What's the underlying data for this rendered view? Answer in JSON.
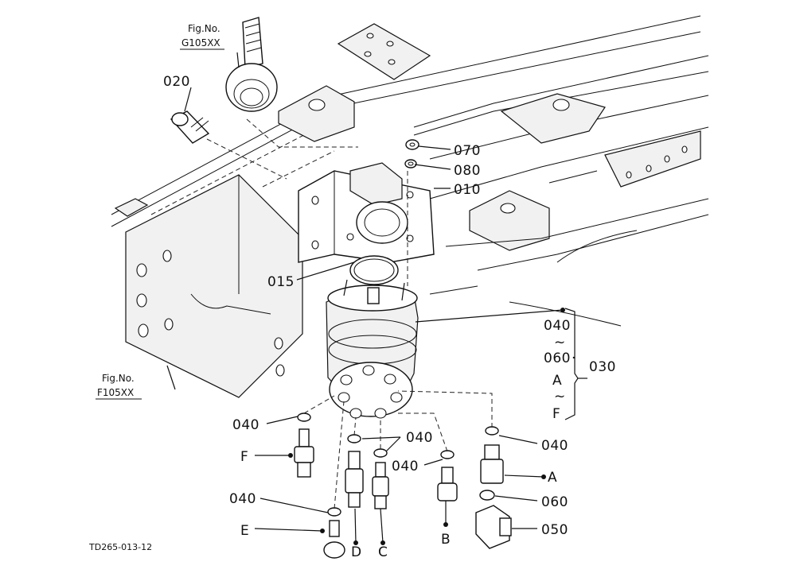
{
  "figure_code": "TD265-013-12",
  "fig_refs": {
    "g": {
      "line1": "Fig.No.",
      "line2": "G105XX"
    },
    "f": {
      "line1": "Fig.No.",
      "line2": "F105XX"
    }
  },
  "callouts": {
    "c020": "020",
    "c070": "070",
    "c080": "080",
    "c010": "010",
    "c015": "015",
    "c030": "030",
    "c040_left": "040",
    "c040_center": "040",
    "c040_mid": "040",
    "c040_right": "040",
    "c040_low": "040",
    "c060": "060",
    "c050": "050",
    "port_A": "A",
    "port_B": "B",
    "port_C": "C",
    "port_D": "D",
    "port_E": "E",
    "port_F": "F"
  },
  "group_range": {
    "from": "040",
    "tilde1": "~",
    "to": "060",
    "dot": "·",
    "p_from": "A",
    "tilde2": "~",
    "p_to": "F"
  }
}
